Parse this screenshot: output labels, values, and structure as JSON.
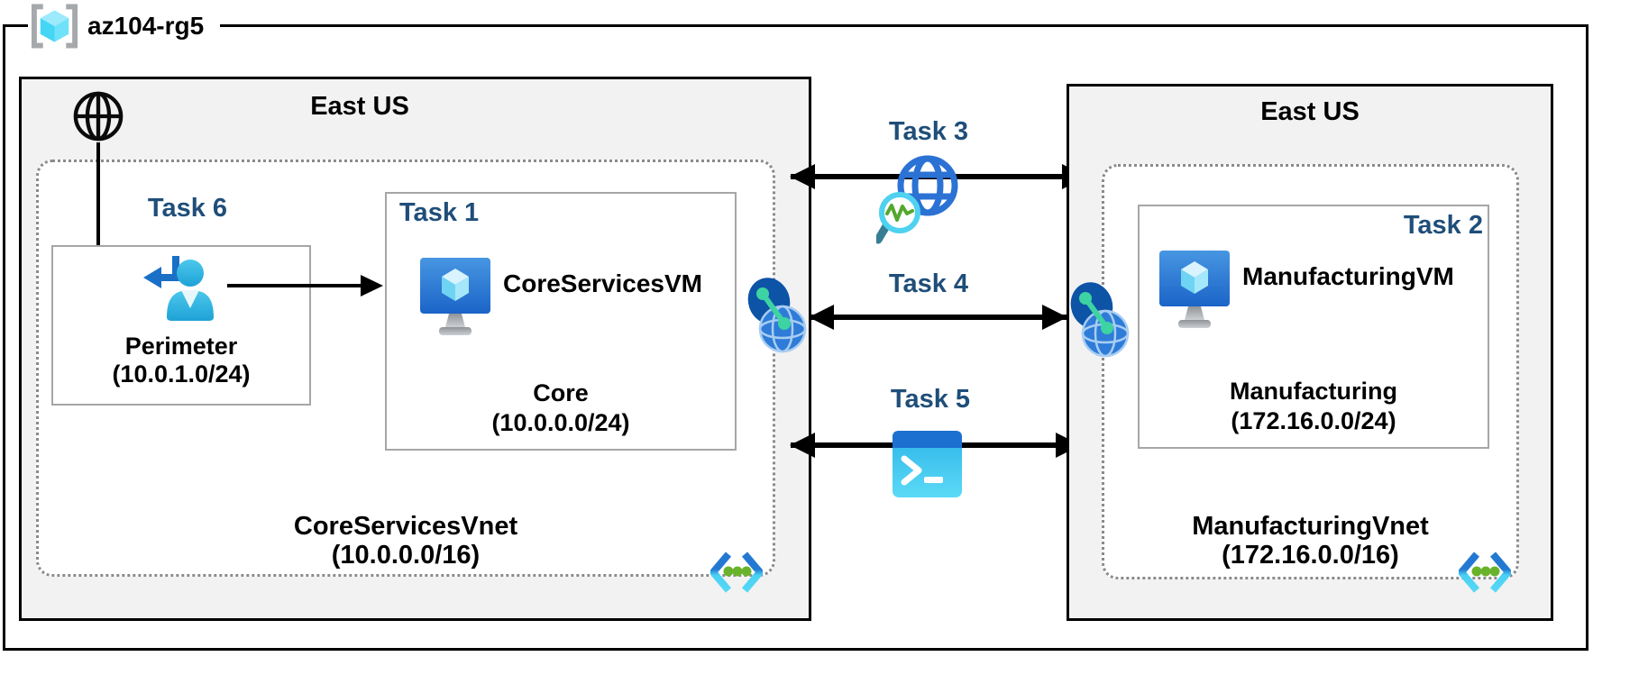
{
  "resource_group": {
    "name": "az104-rg5"
  },
  "left_region": {
    "location": "East US",
    "perimeter": {
      "task": "Task 6",
      "name": "Perimeter",
      "cidr": "(10.0.1.0/24)"
    },
    "core": {
      "task": "Task 1",
      "vm": "CoreServicesVM",
      "name": "Core",
      "cidr": "(10.0.0.0/24)"
    },
    "vnet": {
      "name": "CoreServicesVnet",
      "cidr": "(10.0.0.0/16)"
    }
  },
  "right_region": {
    "location": "East US",
    "manufacturing": {
      "task": "Task 2",
      "vm": "ManufacturingVM",
      "name": "Manufacturing",
      "cidr": "(172.16.0.0/24)"
    },
    "vnet": {
      "name": "ManufacturingVnet",
      "cidr": "(172.16.0.0/16)"
    }
  },
  "connections": {
    "task3": {
      "label": "Task 3",
      "icon": "network-watcher-icon"
    },
    "task4": {
      "label": "Task 4",
      "icon": "vnet-peering-icon"
    },
    "task5": {
      "label": "Task 5",
      "icon": "cloud-shell-icon"
    }
  },
  "icons": {
    "resource_group": "brackets-with-cyan-cube",
    "internet": "black-outline-globe",
    "perimeter_user": "user-with-blue-return-arrow",
    "vm": "azure-virtual-machine-monitor-cube",
    "virtual_network": "angle-brackets-three-green-dots",
    "peering": "blue-globes-green-link"
  },
  "colors": {
    "task_label": "#1F4E79",
    "region_fill": "#F2F2F2",
    "azure_blue": "#2E7CD8",
    "azure_cyan": "#50D5F5",
    "vnet_dot_green": "#69B32C",
    "peering_green": "#3ED3A2",
    "border_black": "#000000",
    "inner_border_gray": "#A6A6A6",
    "dotted_gray": "#8B8B8B"
  }
}
